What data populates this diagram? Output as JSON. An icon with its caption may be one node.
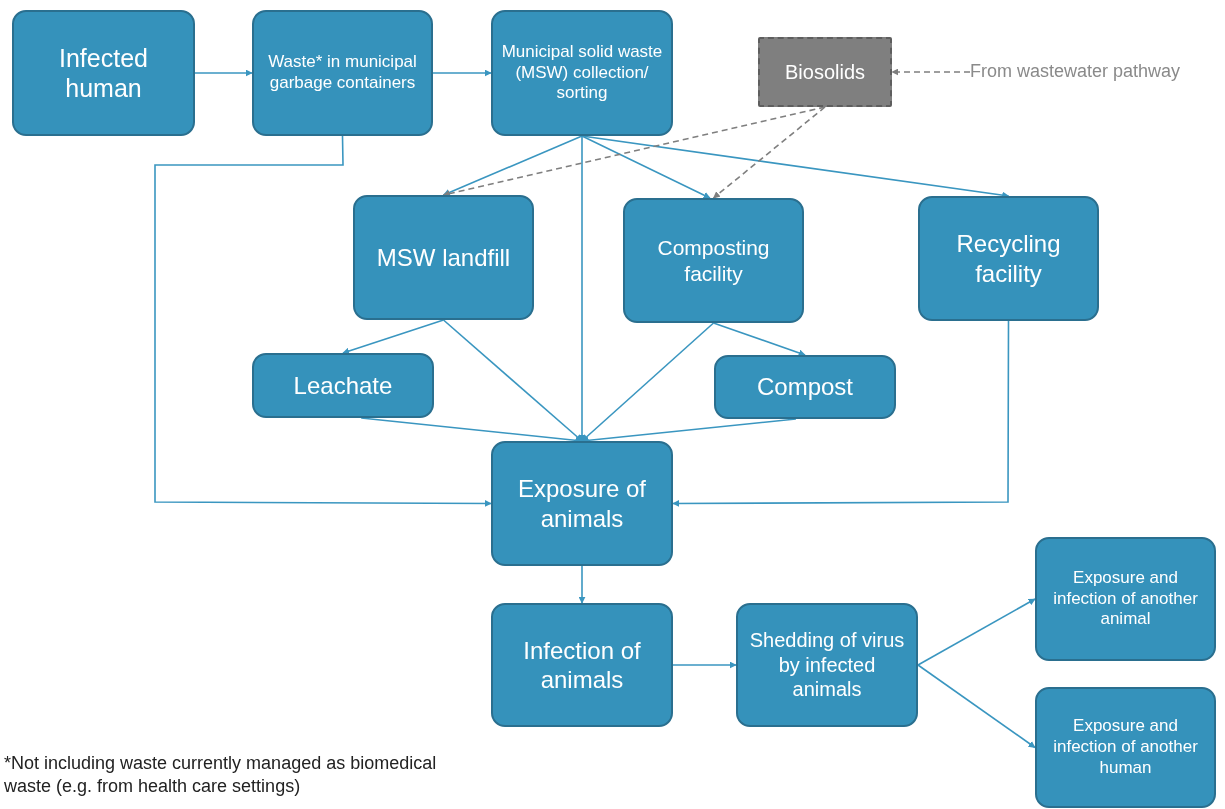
{
  "diagram": {
    "nodes": [
      {
        "text": [
          "Infected human"
        ]
      },
      {
        "text": [
          "Waste* in municipal garbage containers"
        ]
      },
      {
        "text": [
          "Municipal solid waste (MSW) collection/ sorting"
        ]
      },
      {
        "text": [
          "Biosolids"
        ]
      },
      {
        "text": [
          "From wastewater pathway"
        ]
      },
      {
        "text": [
          "MSW landfill"
        ]
      },
      {
        "text": [
          "Composting facility"
        ]
      },
      {
        "text": [
          "Recycling facility"
        ]
      },
      {
        "text": [
          "Leachate"
        ]
      },
      {
        "text": [
          "Compost"
        ]
      },
      {
        "text": [
          "Exposure of animals"
        ]
      },
      {
        "text": [
          "Infection of animals"
        ]
      },
      {
        "text": [
          "Shedding of virus by infected animals"
        ]
      },
      {
        "text": [
          "Exposure and infection of another animal"
        ]
      },
      {
        "text": [
          "Exposure and infection of another human"
        ]
      }
    ],
    "edges": [
      {
        "from": 0,
        "to": 1,
        "arrow": "to"
      },
      {
        "from": 1,
        "to": 2,
        "arrow": "to"
      },
      {
        "from": 1,
        "to": 10,
        "arrow": "to"
      },
      {
        "from": 2,
        "to": 5,
        "arrow": "to"
      },
      {
        "from": 2,
        "to": 10,
        "arrow": "to"
      },
      {
        "from": 2,
        "to": 6,
        "arrow": "to"
      },
      {
        "from": 2,
        "to": 7,
        "arrow": "to"
      },
      {
        "from": 3,
        "to": 5,
        "arrow": "to",
        "style": "dashed",
        "color": "#7f7f7f"
      },
      {
        "from": 3,
        "to": 6,
        "arrow": "to",
        "style": "dashed",
        "color": "#7f7f7f"
      },
      {
        "from": 4,
        "to": 3,
        "arrow": "to",
        "style": "dashed",
        "color": "#7f7f7f"
      },
      {
        "from": 5,
        "to": 8,
        "arrow": "to"
      },
      {
        "from": 5,
        "to": 10,
        "arrow": "to"
      },
      {
        "from": 6,
        "to": 10,
        "arrow": "to"
      },
      {
        "from": 6,
        "to": 9,
        "arrow": "to"
      },
      {
        "from": 8,
        "to": 10,
        "arrow": "to"
      },
      {
        "from": 9,
        "to": 10,
        "arrow": "to"
      },
      {
        "from": 7,
        "to": 10,
        "arrow": "to"
      },
      {
        "from": 10,
        "to": 11,
        "arrow": "to"
      },
      {
        "from": 11,
        "to": 12,
        "arrow": "to"
      },
      {
        "from": 12,
        "to": 13,
        "arrow": "to"
      },
      {
        "from": 12,
        "to": 14,
        "arrow": "to"
      }
    ],
    "labels": [
      "*Not including waste currently managed as biomedical waste (e.g. from health care settings)"
    ]
  }
}
